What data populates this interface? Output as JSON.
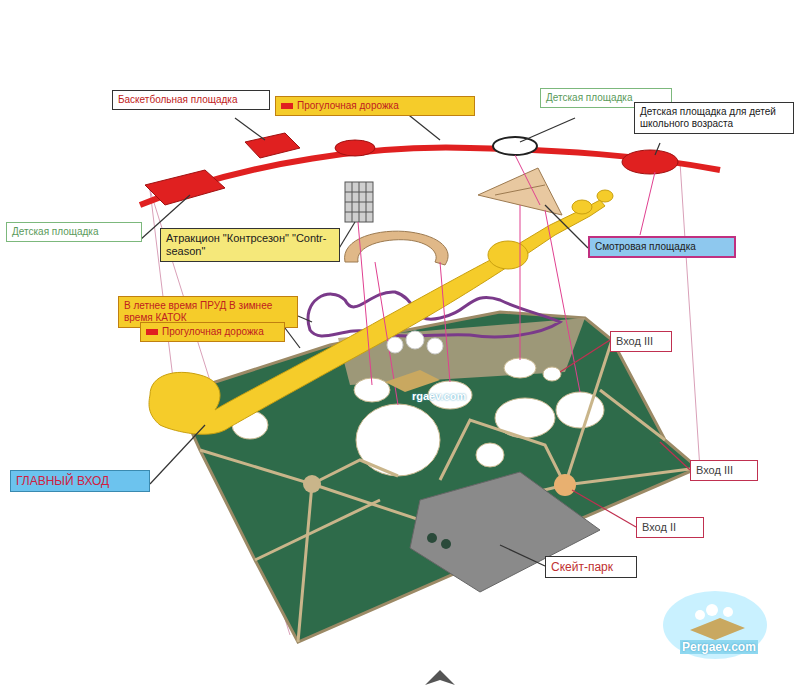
{
  "diagram": {
    "nodes": [
      {
        "text": [
          "Баскетбольная площадка"
        ]
      },
      {
        "text": [
          "Прогулочная дорожка"
        ]
      },
      {
        "text": [
          "Детская площадка"
        ]
      },
      {
        "text": [
          "Детская площадка для детей школьного возраста"
        ]
      },
      {
        "text": [
          "Детская площадка"
        ]
      },
      {
        "text": [
          "Атракцион \"Контрсезон\" \"Contr-season\""
        ]
      },
      {
        "text": [
          "Смотровая площадка"
        ]
      },
      {
        "text": [
          "В летнее время ПРУД В зимнее время КАТОК"
        ]
      },
      {
        "text": [
          "Прогулочная дорожка"
        ]
      },
      {
        "text": [
          "ГЛАВНЫЙ ВХОД"
        ]
      },
      {
        "text": [
          "Вход III"
        ]
      },
      {
        "text": [
          "Вход III"
        ]
      },
      {
        "text": [
          "Вход II"
        ]
      },
      {
        "text": [
          "Скейт-парк"
        ]
      }
    ],
    "edges": [],
    "labels": [
      "rgaev.com",
      "Pergaev.com"
    ]
  }
}
